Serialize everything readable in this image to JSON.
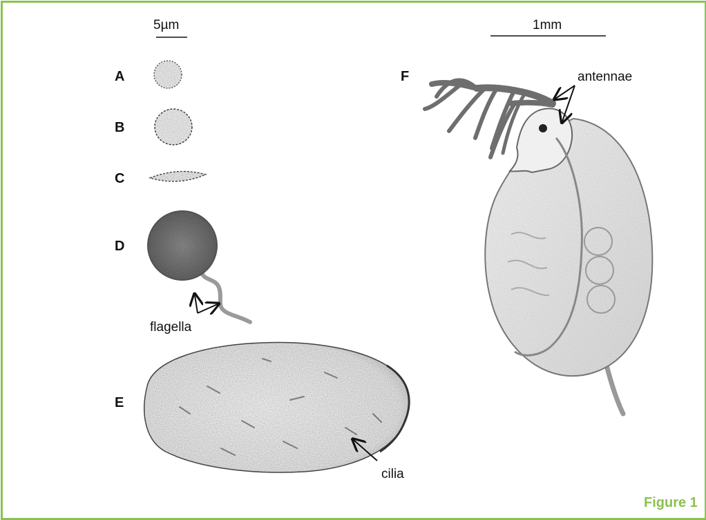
{
  "scale_bars": {
    "small": "5µm",
    "large": "1mm"
  },
  "panels": {
    "a": "A",
    "b": "B",
    "c": "C",
    "d": "D",
    "e": "E",
    "f": "F"
  },
  "annotations": {
    "flagella": "flagella",
    "cilia": "cilia",
    "antennae": "antennae"
  },
  "figure_label": "Figure 1",
  "colors": {
    "border": "#8cc152",
    "figure_label": "#8cc152"
  }
}
